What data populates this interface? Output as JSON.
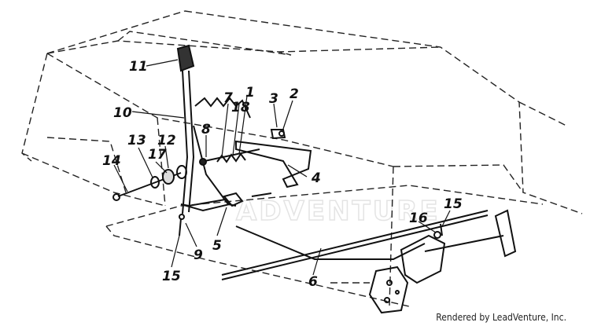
{
  "callouts": [
    {
      "id": "11",
      "text": "11"
    },
    {
      "id": "10",
      "text": "10"
    },
    {
      "id": "7",
      "text": "7"
    },
    {
      "id": "18",
      "text": "18"
    },
    {
      "id": "1",
      "text": "1"
    },
    {
      "id": "3",
      "text": "3"
    },
    {
      "id": "2",
      "text": "2"
    },
    {
      "id": "8",
      "text": "8"
    },
    {
      "id": "13",
      "text": "13"
    },
    {
      "id": "12",
      "text": "12"
    },
    {
      "id": "17",
      "text": "17"
    },
    {
      "id": "14",
      "text": "14"
    },
    {
      "id": "4",
      "text": "4"
    },
    {
      "id": "5",
      "text": "5"
    },
    {
      "id": "9",
      "text": "9"
    },
    {
      "id": "15a",
      "text": "15"
    },
    {
      "id": "6",
      "text": "6"
    },
    {
      "id": "16",
      "text": "16"
    },
    {
      "id": "15b",
      "text": "15"
    }
  ],
  "watermark": "ADVENTURE",
  "credit": "Rendered by LeadVenture, Inc."
}
